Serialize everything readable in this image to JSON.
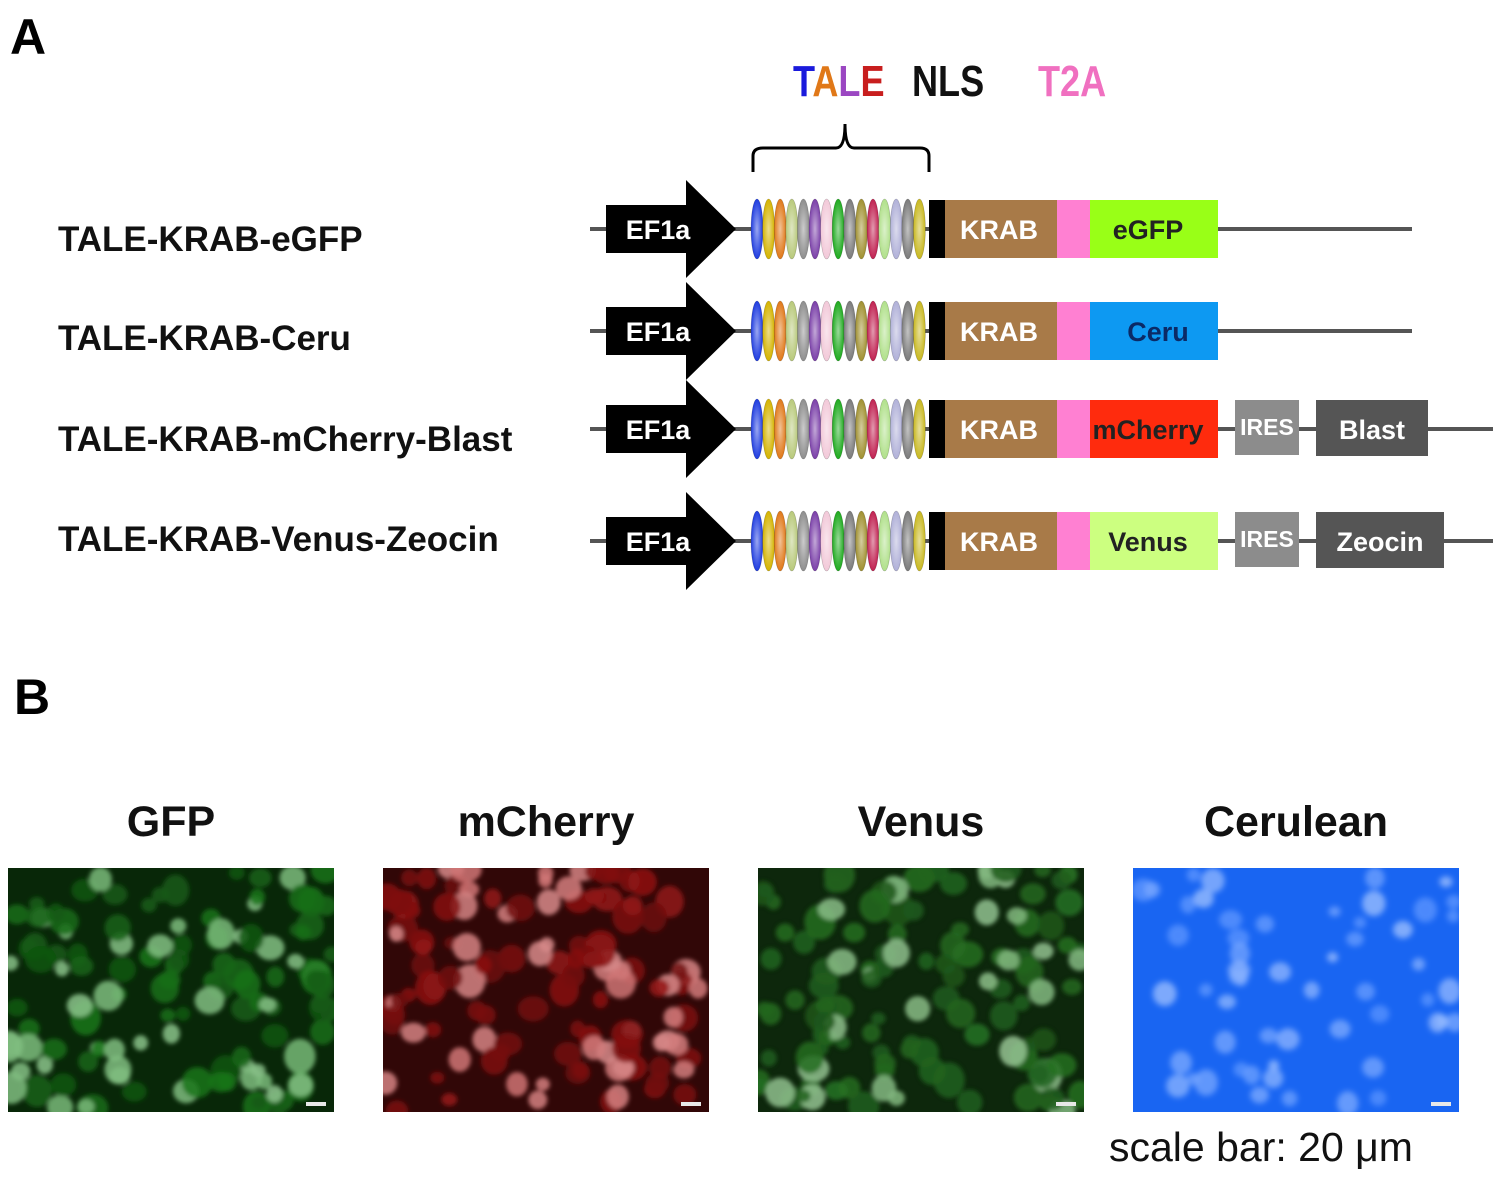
{
  "panels": {
    "a": "A",
    "b": "B"
  },
  "legend": {
    "tale_letters": [
      {
        "char": "T",
        "color": "#1a1adc"
      },
      {
        "char": "A",
        "color": "#e07818"
      },
      {
        "char": "L",
        "color": "#9b47c2"
      },
      {
        "char": "E",
        "color": "#c81e1e"
      }
    ],
    "nls": "NLS",
    "t2a": "T2A"
  },
  "constructs": [
    {
      "name": "TALE-KRAB-eGFP",
      "promoter": "EF1a",
      "krab": "KRAB",
      "reporter": {
        "label": "eGFP",
        "color": "#99ff17"
      },
      "ires": null,
      "marker": null
    },
    {
      "name": "TALE-KRAB-Ceru",
      "promoter": "EF1a",
      "krab": "KRAB",
      "reporter": {
        "label": "Ceru",
        "color": "#0d99f2"
      },
      "ires": null,
      "marker": null
    },
    {
      "name": "TALE-KRAB-mCherry-Blast",
      "promoter": "EF1a",
      "krab": "KRAB",
      "reporter": {
        "label": "mCherry",
        "color": "#ff2b0d"
      },
      "ires": "IRES",
      "marker": "Blast"
    },
    {
      "name": "TALE-KRAB-Venus-Zeocin",
      "promoter": "EF1a",
      "krab": "KRAB",
      "reporter": {
        "label": "Venus",
        "color": "#ccff80"
      },
      "ires": "IRES",
      "marker": "Zeocin"
    }
  ],
  "colors": {
    "krab": "#a87a48",
    "t2a": "#ff80d2",
    "nls": "#000000",
    "ires": "#8c8c8c",
    "marker": "#555555",
    "tale_repeats": [
      "#1f3ce0",
      "#d4b300",
      "#e07818",
      "#b8c97a",
      "#8e8e8e",
      "#7a3fa8",
      "#f2c8d8",
      "#1eaa1e",
      "#7a7a7a",
      "#a09030",
      "#c02050",
      "#b0e08a",
      "#b0b0d8",
      "#7a7a7a",
      "#c8b820"
    ]
  },
  "micrographs": [
    {
      "title": "GFP",
      "tone": "#1e8a1e"
    },
    {
      "title": "mCherry",
      "tone": "#b01818"
    },
    {
      "title": "Venus",
      "tone": "#2f8a2a"
    },
    {
      "title": "Cerulean",
      "tone": "#1a6aff"
    }
  ],
  "scale_caption": "scale bar: 20 μm"
}
